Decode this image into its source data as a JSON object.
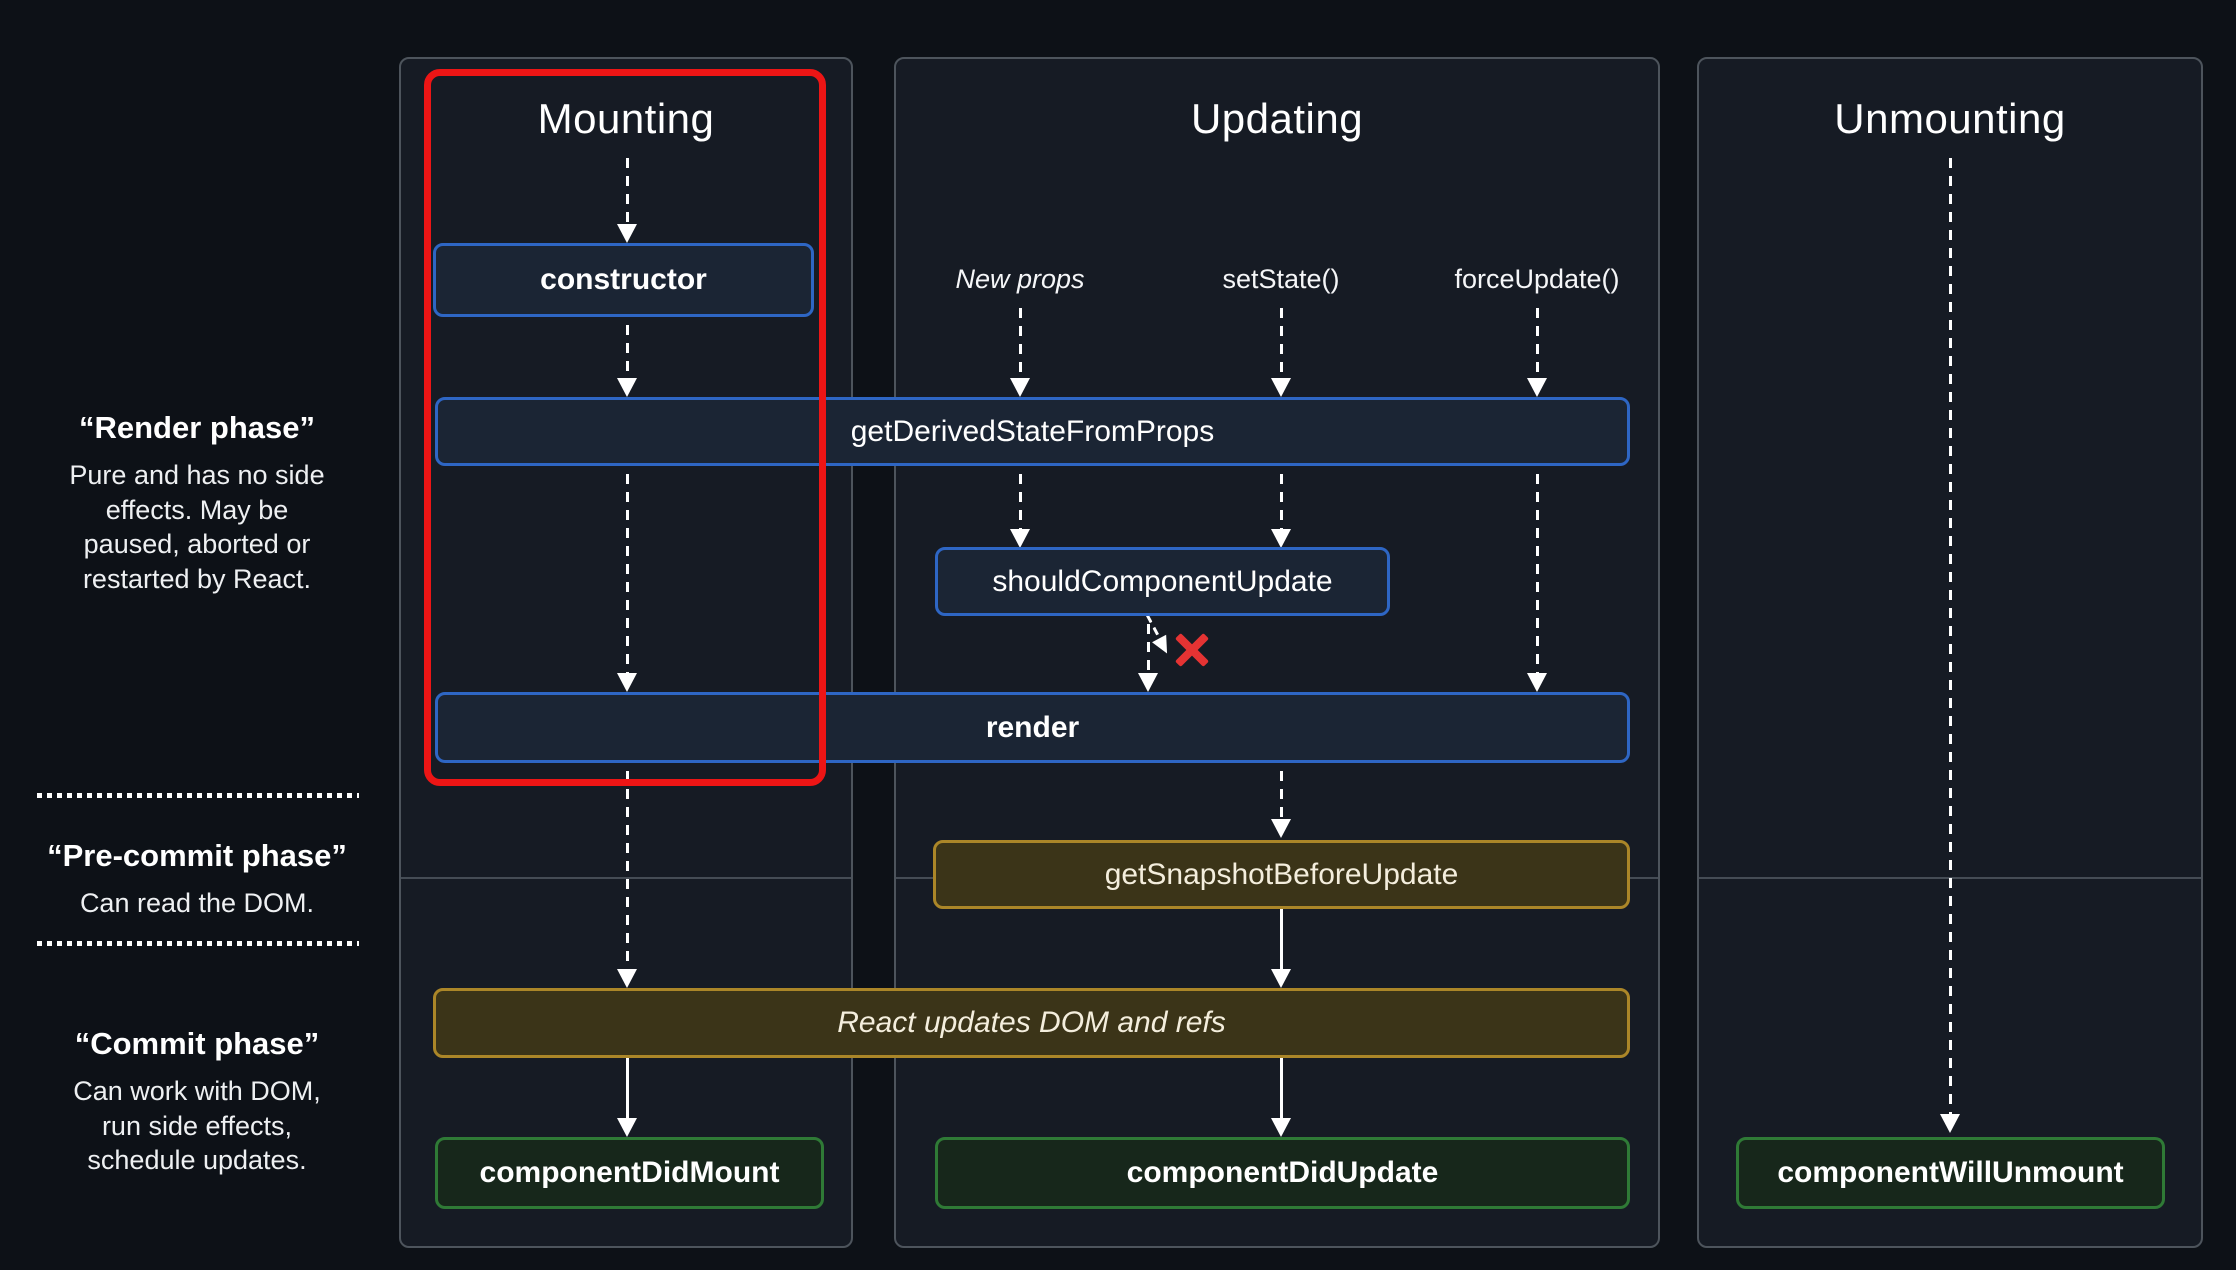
{
  "diagram": {
    "phase_labels": {
      "render": {
        "title": "“Render phase”",
        "lines": [
          "Pure and has no side",
          "effects. May be",
          "paused, aborted or",
          "restarted by React."
        ]
      },
      "pre_commit": {
        "title": "“Pre-commit phase”",
        "lines": [
          "Can read the DOM."
        ]
      },
      "commit": {
        "title": "“Commit phase”",
        "lines": [
          "Can work with DOM,",
          "run side effects,",
          "schedule updates."
        ]
      }
    },
    "columns": {
      "mounting": {
        "title": "Mounting"
      },
      "updating": {
        "title": "Updating",
        "triggers": {
          "new_props": "New props",
          "set_state": "setState()",
          "force_update": "forceUpdate()"
        }
      },
      "unmounting": {
        "title": "Unmounting"
      }
    },
    "nodes": {
      "constructor": "constructor",
      "get_derived_state_from_props": "getDerivedStateFromProps",
      "should_component_update": "shouldComponentUpdate",
      "render": "render",
      "get_snapshot_before_update": "getSnapshotBeforeUpdate",
      "react_updates_dom_and_refs": "React updates DOM and refs",
      "component_did_mount": "componentDidMount",
      "component_did_update": "componentDidUpdate",
      "component_will_unmount": "componentWillUnmount"
    },
    "annotations": {
      "skip_update_marker": "✕"
    },
    "colors": {
      "background": "#0d1117",
      "column_fill": "#161b24",
      "column_border": "#4d545c",
      "blue_border": "#2e66c4",
      "blue_fill": "#1b2534",
      "yellow_border": "#ab8628",
      "yellow_fill": "#3b3418",
      "green_border": "#2f7a36",
      "green_fill": "#17271b",
      "highlight_red": "#ed1515",
      "x_mark_red": "#e53333",
      "text": "#f2f4f7"
    }
  }
}
